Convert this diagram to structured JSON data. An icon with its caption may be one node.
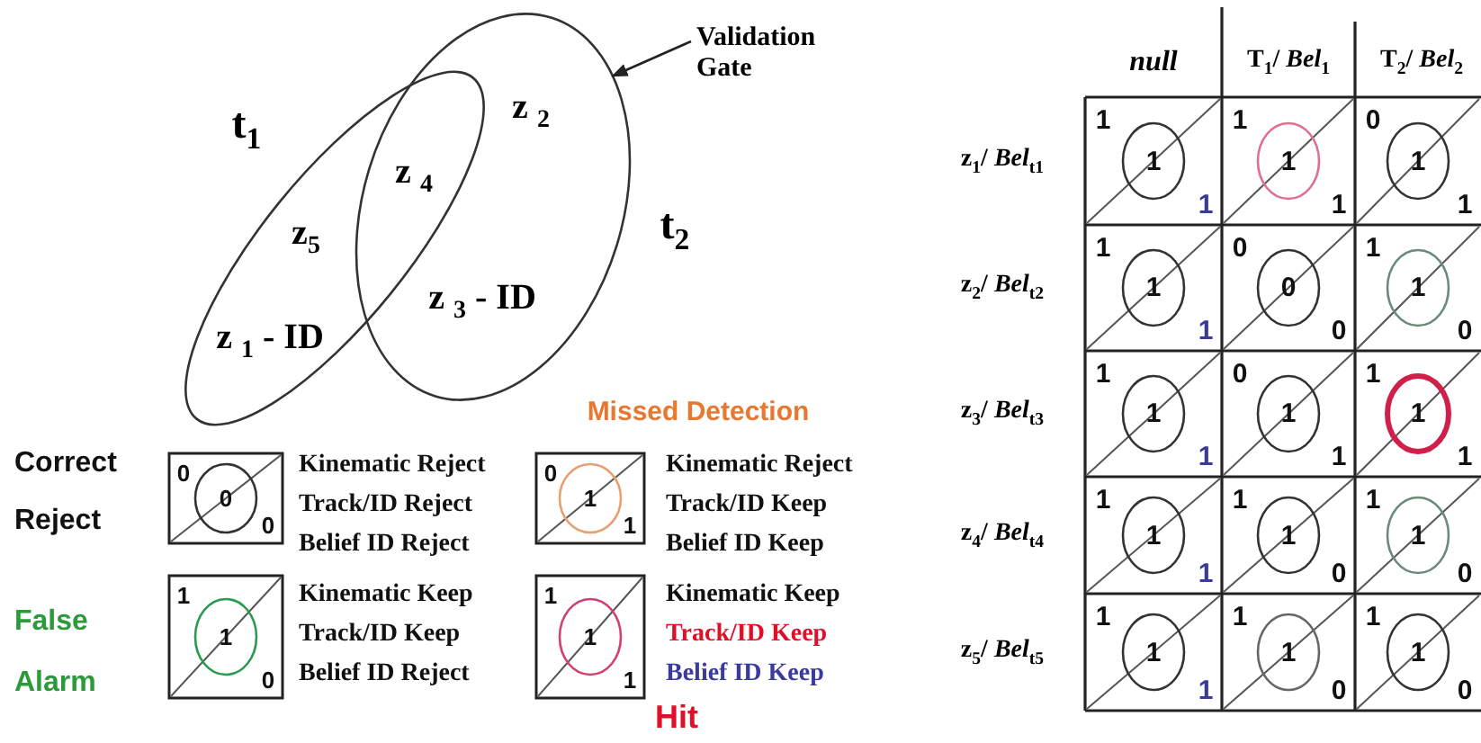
{
  "diagram": {
    "nodes": [
      {
        "text": [],
        "shape": "ellipse"
      },
      {
        "text": [],
        "shape": "ellipse"
      },
      {
        "text": [
          "Validation Gate"
        ]
      }
    ],
    "edges": [
      {
        "from": 2,
        "to": 1,
        "arrow": "to"
      }
    ],
    "labels": [
      "t$_{1}$",
      "z $_{2}$",
      "z $_{4}$",
      "z$_{5}$",
      "t$_{2}$",
      "z $_{3}$ - ID",
      "z $_{1}$ - ID",
      "Missed Detection",
      "Correct",
      "Reject",
      "0",
      "0",
      "0",
      "Kinematic Reject",
      "Track/ID Reject",
      "Belief ID Reject",
      "0",
      "1",
      "1",
      "Kinematic Reject",
      "Track/ID Keep",
      "Belief ID Keep",
      "False",
      "Alarm",
      "1",
      "1",
      "0",
      "Kinematic Keep",
      "Track/ID Keep",
      "Belief ID Reject",
      "1",
      "1",
      "1",
      "Kinematic Keep",
      "Track/ID Keep",
      "Belief ID Keep",
      "Hit",
      "null",
      "T$_{1}$/ *Bel*$_{1}$",
      "T$_{2}$/ *Bel*$_{2}$",
      "z$_{1}$/ *Bel*$_{t1}$",
      "1",
      "1",
      "1",
      "1",
      "1",
      "1",
      "0",
      "1",
      "1",
      "z$_{2}$/ *Bel*$_{t2}$",
      "1",
      "1",
      "1",
      "0",
      "0",
      "0",
      "1",
      "1",
      "0",
      "z$_{3}$/ *Bel*$_{t3}$",
      "1",
      "1",
      "1",
      "0",
      "1",
      "1",
      "1",
      "1",
      "1",
      "z$_{4}$/ *Bel*$_{t4}$",
      "1",
      "1",
      "1",
      "1",
      "1",
      "0",
      "1",
      "1",
      "0",
      "z$_{5}$/ *Bel*$_{t5}$",
      "1",
      "1",
      "1",
      "1",
      "1",
      "0",
      "1",
      "1",
      "0"
    ]
  }
}
